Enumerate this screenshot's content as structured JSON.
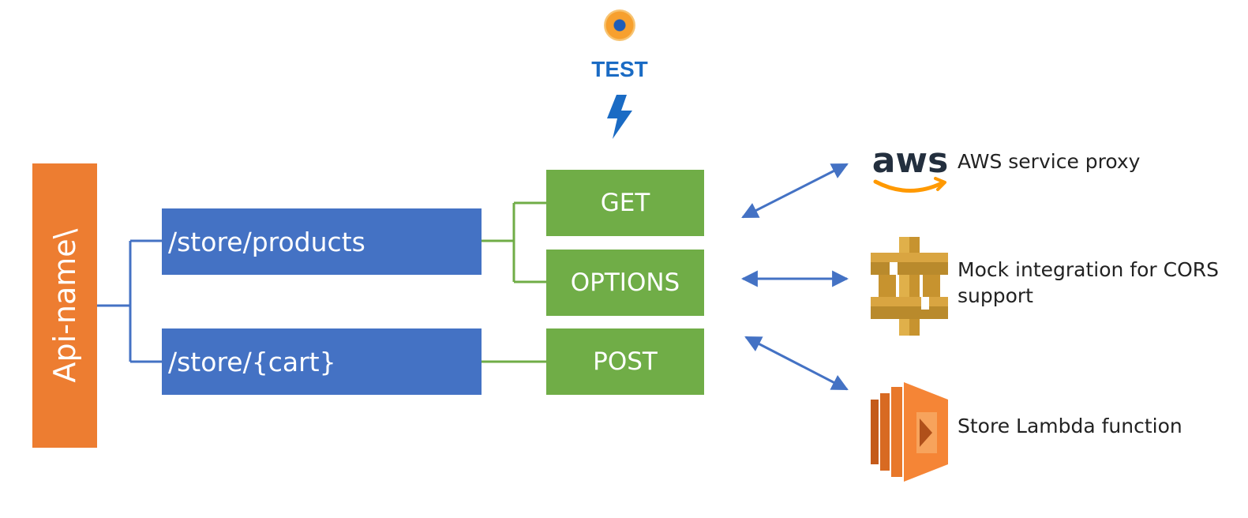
{
  "api_root": {
    "label": "Api-name\\"
  },
  "resources": [
    {
      "path": "/store/products"
    },
    {
      "path": "/store/{cart}"
    }
  ],
  "methods": [
    {
      "verb": "GET"
    },
    {
      "verb": "OPTIONS"
    },
    {
      "verb": "POST"
    }
  ],
  "test": {
    "label": "TEST"
  },
  "integrations": [
    {
      "icon": "aws-logo-icon",
      "label": "AWS service proxy"
    },
    {
      "icon": "api-gateway-icon",
      "label": "Mock integration for CORS support"
    },
    {
      "icon": "lambda-icon",
      "label": "Store Lambda function"
    }
  ],
  "colors": {
    "api_root": "#ED7D31",
    "resource": "#4472C4",
    "method": "#70AD47",
    "arrow": "#4472C4",
    "test": "#1A6BC4"
  }
}
